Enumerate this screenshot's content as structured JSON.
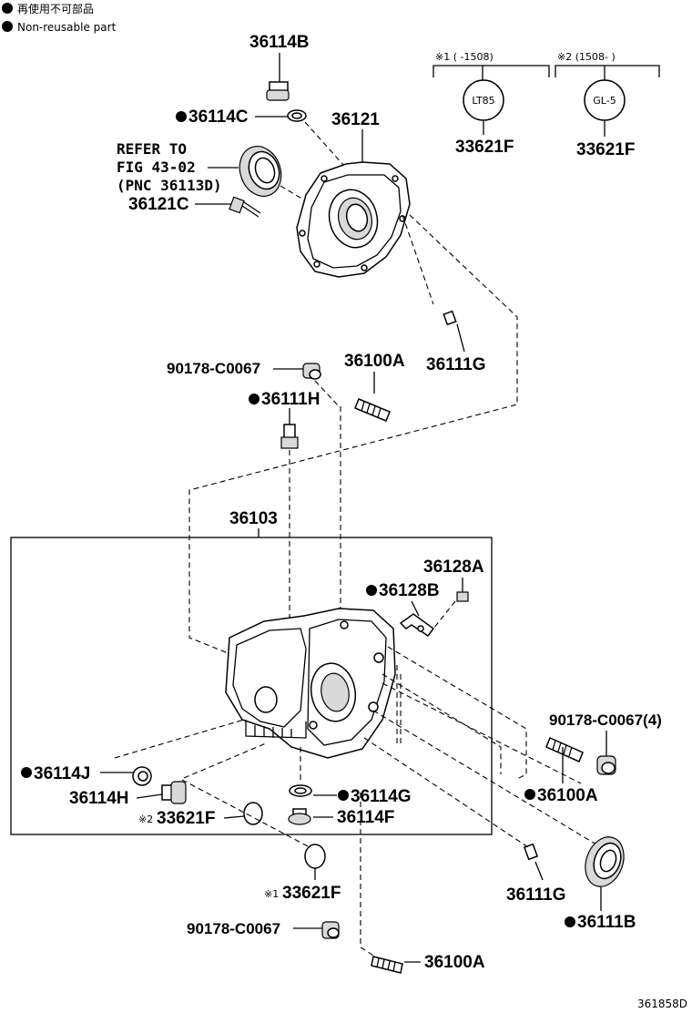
{
  "legend": {
    "line1_jp": "再使用不可部品",
    "line2_en": "Non-reusable part"
  },
  "labels": {
    "p36114B_top": "36114B",
    "p36114C_top": "36114C",
    "p36121": "36121",
    "ref_line1": "REFER TO",
    "ref_line2": "FIG 43-02",
    "ref_line3": "(PNC 36113D)",
    "p36121C": "36121C",
    "p36111G_top": "36111G",
    "p90178_top": "90178-C0067",
    "p36100A_top": "36100A",
    "p36111H": "36111H",
    "p36103": "36103",
    "p36128A": "36128A",
    "p36128B": "36128B",
    "p90178_4": "90178-C0067(4)",
    "p36114J": "36114J",
    "p36114H": "36114H",
    "p33621F_2": "33621F",
    "mark2": "※2",
    "p36114G": "36114G",
    "p36114F": "36114F",
    "p36100A_mid": "36100A",
    "p33621F_1": "33621F",
    "mark1": "※1",
    "p36111G_bot": "36111G",
    "p36111B": "36111B",
    "p90178_bot": "90178-C0067",
    "p36100A_bot": "36100A",
    "figure_id": "361858D"
  },
  "notes": {
    "n1_head": "※1 (      -1508)",
    "n1_circle": "LT85",
    "n1_part": "33621F",
    "n2_head": "※2 (1508-      )",
    "n2_circle": "GL-5",
    "n2_part": "33621F"
  }
}
